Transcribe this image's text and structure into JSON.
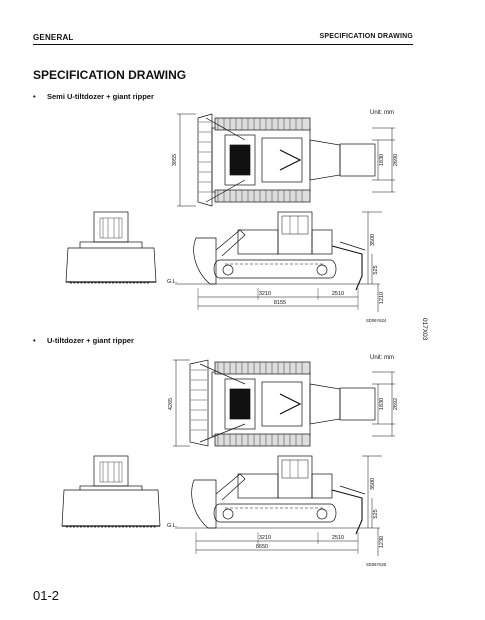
{
  "header": {
    "left": "GENERAL",
    "right": "SPECIFICATION DRAWING"
  },
  "title": "SPECIFICATION DRAWING",
  "figures": [
    {
      "subtitle": "Semi U-tiltdozer + giant ripper",
      "unit": "Unit: mm",
      "dims": {
        "width": "3955",
        "track_gauge": "1830",
        "track_width": "2690",
        "height": "3500",
        "ground_clearance": "525",
        "ripper_depth": "1210",
        "length_front": "3210",
        "length_rear": "2510",
        "overall_length": "8155",
        "gl": "G.L."
      },
      "ref": "SD06Y624"
    },
    {
      "subtitle": "U-tiltdozer + giant ripper",
      "unit": "Unit: mm",
      "dims": {
        "width": "4265",
        "track_gauge": "1830",
        "track_width": "2692",
        "height": "3500",
        "ground_clearance": "525",
        "ripper_depth": "1230",
        "length_front": "3210",
        "length_rear": "2510",
        "overall_length": "8650",
        "gl": "G.L."
      },
      "ref": "SD06Y625"
    }
  ],
  "side_code": "017X03",
  "page_number": "01-2"
}
